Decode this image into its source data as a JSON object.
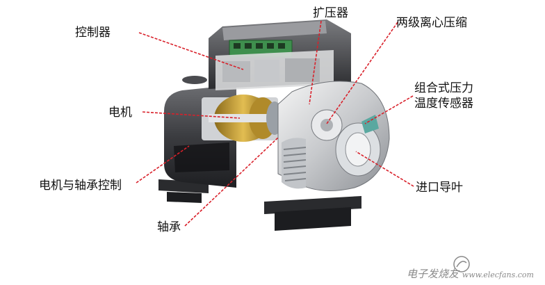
{
  "labels": {
    "controller": "控制器",
    "diffuser": "扩压器",
    "two_stage": "两级离心压缩",
    "motor": "电机",
    "sensor_line1": "组合式压力",
    "sensor_line2": "温度传感器",
    "motor_bearing_ctrl": "电机与轴承控制",
    "inlet_guide": "进口导叶",
    "bearing": "轴承"
  },
  "watermark": {
    "text": "电子发烧友",
    "url": "www.elecfans.com"
  },
  "colors": {
    "leader": "#d9202a",
    "casing": "#3a3a3c",
    "motor_core": "#c9a23a",
    "pcb": "#3f8f4e"
  }
}
